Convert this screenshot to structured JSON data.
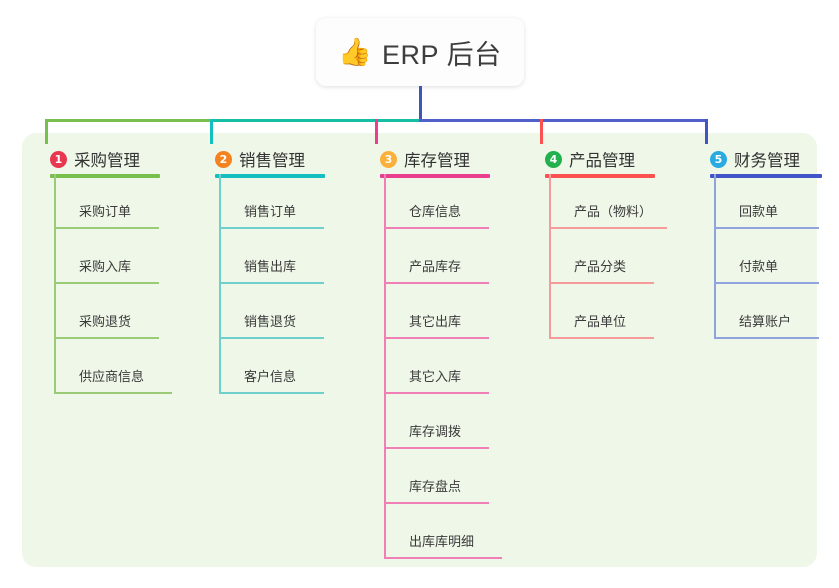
{
  "diagram": {
    "type": "mind-map",
    "root": {
      "emoji": "👍",
      "icon_name": "thumbs-up-emoji",
      "title": "ERP 后台"
    },
    "panel_color": "#eef7e8",
    "trunk_color": "#4055b8",
    "bus_segments": [
      {
        "color": "#79bf4d"
      },
      {
        "color": "#14bfa6"
      },
      {
        "color": "#5160c8"
      }
    ],
    "branches": [
      {
        "number": "1",
        "title": "采购管理",
        "badge_color": "#e8384f",
        "line_color": "#79bf4d",
        "leaf_color": "#9ccb78",
        "items": [
          "采购订单",
          "采购入库",
          "采购退货",
          "供应商信息"
        ]
      },
      {
        "number": "2",
        "title": "销售管理",
        "badge_color": "#f5821f",
        "line_color": "#14bfbf",
        "leaf_color": "#6ecfcb",
        "items": [
          "销售订单",
          "销售出库",
          "销售退货",
          "客户信息"
        ]
      },
      {
        "number": "3",
        "title": "库存管理",
        "badge_color": "#fbb03b",
        "line_color": "#ea3f8e",
        "leaf_color": "#ef7fb4",
        "items": [
          "仓库信息",
          "产品库存",
          "其它出库",
          "其它入库",
          "库存调拨",
          "库存盘点",
          "出库库明细"
        ]
      },
      {
        "number": "4",
        "title": "产品管理",
        "badge_color": "#22b14c",
        "line_color": "#fb5151",
        "leaf_color": "#f79a9a",
        "items": [
          "产品（物料）",
          "产品分类",
          "产品单位"
        ]
      },
      {
        "number": "5",
        "title": "财务管理",
        "badge_color": "#29abe2",
        "line_color": "#4055c8",
        "leaf_color": "#8fa3dd",
        "items": [
          "回款单",
          "付款单",
          "结算账户"
        ]
      }
    ]
  }
}
